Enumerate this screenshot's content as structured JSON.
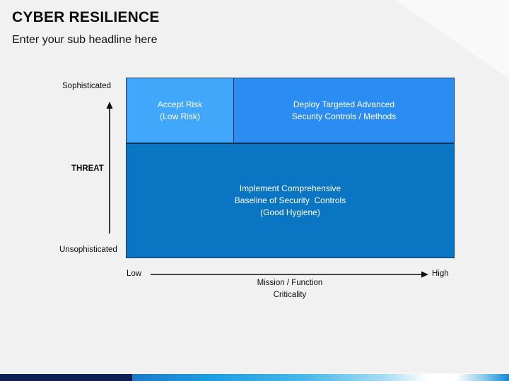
{
  "slide": {
    "title": "CYBER RESILIENCE",
    "subtitle": "Enter your sub headline here"
  },
  "matrix": {
    "y_axis": {
      "label": "THREAT",
      "top_tick": "Sophisticated",
      "bottom_tick": "Unsophisticated"
    },
    "x_axis": {
      "label_line1": "Mission / Function",
      "label_line2": "Criticality",
      "left_tick": "Low",
      "right_tick": "High"
    },
    "cells": [
      {
        "id": "accept-risk",
        "lines": [
          "Accept Risk",
          "(Low Risk)"
        ],
        "color": "#41a7fb",
        "position": "top-left"
      },
      {
        "id": "deploy-targeted",
        "lines": [
          "Deploy Targeted Advanced",
          "Security Controls / Methods"
        ],
        "color": "#2b8df2",
        "position": "top-right"
      },
      {
        "id": "implement-baseline",
        "lines": [
          "Implement Comprehensive",
          "Baseline of Security  Controls",
          "(Good Hygiene)"
        ],
        "color": "#0a75c3",
        "position": "bottom-full-width"
      }
    ]
  },
  "colors": {
    "background": "#f1f1f1",
    "cell_border": "#17345c",
    "axis_arrow": "#0d0d0d",
    "text_on_cells": "#ffffff",
    "bottom_bar_navy": "#0e1f52",
    "bottom_bar_blue": "#1b9fe0",
    "bottom_bar_right_blue": "#0d8cd4"
  }
}
